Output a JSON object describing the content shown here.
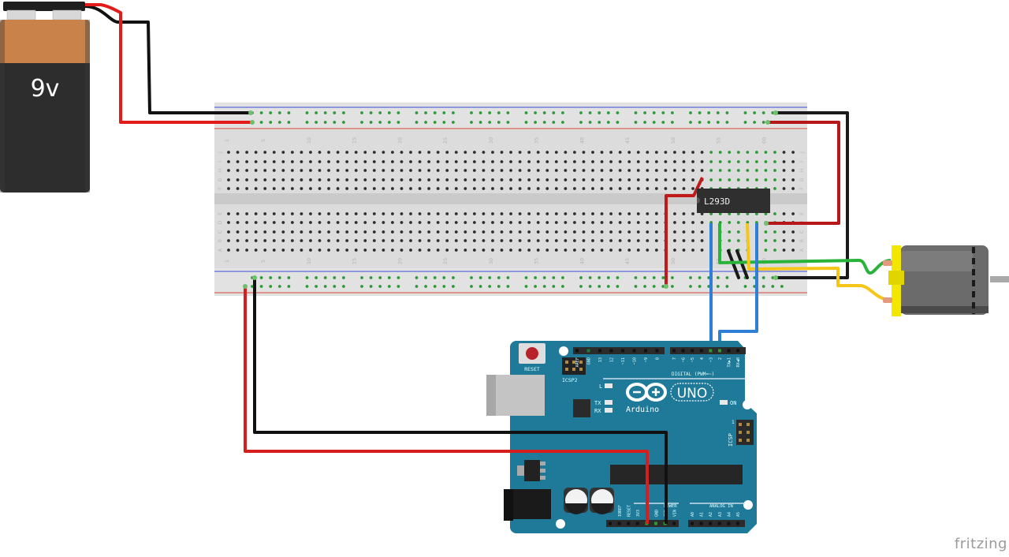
{
  "battery": {
    "label": "9v",
    "colors": {
      "top": "#c9834a",
      "body": "#2d2d2d",
      "cap": "#1f1f1f"
    }
  },
  "breadboard": {
    "columns": 60,
    "column_labels": [
      "1",
      "5",
      "10",
      "15",
      "20",
      "25",
      "30",
      "35",
      "40",
      "45",
      "50",
      "55",
      "60"
    ],
    "top_row_labels": [
      "J",
      "I",
      "H",
      "G",
      "F"
    ],
    "bottom_row_labels": [
      "E",
      "D",
      "C",
      "B",
      "A"
    ],
    "colors": {
      "board": "#dcdcdc",
      "hole": "#2e2e2e",
      "active_hole": "#2b9a36",
      "rail_blue": "#3b4fd6",
      "rail_red": "#d6473b"
    }
  },
  "ic": {
    "label": "L293D"
  },
  "motor": {
    "name": "DC Motor",
    "colors": {
      "body": "#6b6b6b",
      "mount": "#f3e700"
    }
  },
  "arduino": {
    "logo_text": "Arduino",
    "model": "UNO",
    "tm": "TM",
    "reset_label": "RESET",
    "icsp2_label": "ICSP2",
    "icsp_label": "ICSP",
    "icsp_pin1": "1",
    "led_labels": {
      "l": "L",
      "tx": "TX",
      "rx": "RX",
      "on": "ON"
    },
    "digital_label": "DIGITAL (PWM=~)",
    "power_label": "POWER",
    "analog_label": "ANALOG IN",
    "top_header_left": [
      "AREF",
      "GND",
      "13",
      "12",
      "~11",
      "~10",
      "~9",
      "8"
    ],
    "top_header_right": [
      "7",
      "~6",
      "~5",
      "4",
      "~3",
      "2",
      "TX▶1",
      "RX◀0"
    ],
    "power_pins": [
      "IOREF",
      "RESET",
      "3V3",
      "5V",
      "GND",
      "GND",
      "VIN"
    ],
    "analog_pins": [
      "A0",
      "A1",
      "A2",
      "A3",
      "A4",
      "A5"
    ],
    "colors": {
      "board": "#1f7a99",
      "header": "#2b2b2b"
    }
  },
  "wires": [
    {
      "name": "battery-positive-wire",
      "color": "#e21b1b",
      "from": "battery +",
      "to": "top rail +"
    },
    {
      "name": "battery-negative-wire",
      "color": "#111111",
      "from": "battery -",
      "to": "top rail -"
    },
    {
      "name": "rail-right-ground-wire",
      "color": "#111111",
      "from": "top rail - (right)",
      "to": "bottom rail - (right)"
    },
    {
      "name": "rail-right-power-wire",
      "color": "#b5171b",
      "from": "top rail + (right)",
      "to": "L293D VCC2"
    },
    {
      "name": "ic-enable-wire",
      "color": "#c11a1a",
      "from": "L293D pin",
      "to": "bottom rail +"
    },
    {
      "name": "arduino-5v-wire",
      "color": "#d61e1e",
      "from": "Arduino 5V",
      "to": "bottom rail +"
    },
    {
      "name": "arduino-gnd-wire",
      "color": "#111111",
      "from": "Arduino GND",
      "to": "bottom rail -"
    },
    {
      "name": "pin3-signal-wire",
      "color": "#2f7fd6",
      "from": "Arduino pin 3",
      "to": "L293D input"
    },
    {
      "name": "pin2-signal-wire",
      "color": "#2f7fd6",
      "from": "Arduino pin 2",
      "to": "L293D input"
    },
    {
      "name": "motor-green-wire",
      "color": "#2ab33a",
      "from": "L293D output",
      "to": "motor terminal"
    },
    {
      "name": "motor-yellow-wire",
      "color": "#f5c518",
      "from": "L293D output",
      "to": "motor terminal"
    }
  ],
  "watermark": "fritzing"
}
